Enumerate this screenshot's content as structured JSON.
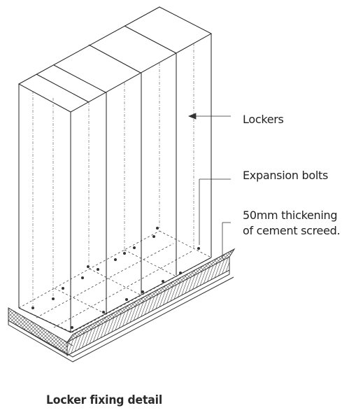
{
  "labels": {
    "lockers": "Lockers",
    "expansion_bolts": "Expansion bolts",
    "screed_line1": "50mm thickening",
    "screed_line2": "of cement screed."
  },
  "caption": "Locker fixing detail",
  "colors": {
    "ink": "#222222",
    "hatch": "#555555"
  }
}
